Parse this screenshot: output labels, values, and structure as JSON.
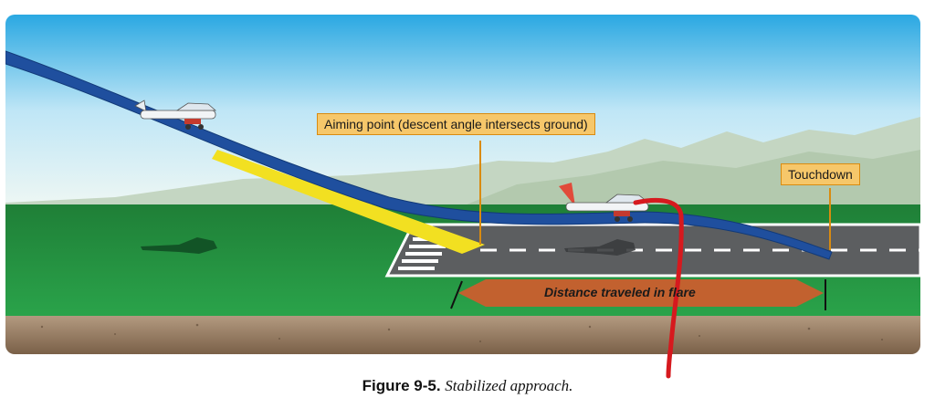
{
  "figure": {
    "callouts": {
      "aiming_point": "Aiming point (descent angle intersects ground)",
      "touchdown": "Touchdown"
    },
    "distance_label": "Distance traveled in flare",
    "colors": {
      "sky_top": "#2aa8e2",
      "ground_green": "#1e8a3a",
      "runway": "#5c5e60",
      "glide_path": "#1f4f9e",
      "descent_angle": "#f2e021",
      "callout_fill": "#f6c76a",
      "flare_arrow": "#c2612f",
      "pen_mark": "#d6191e"
    }
  },
  "caption": {
    "label": "Figure 9-5.",
    "text": "Stabilized approach."
  }
}
